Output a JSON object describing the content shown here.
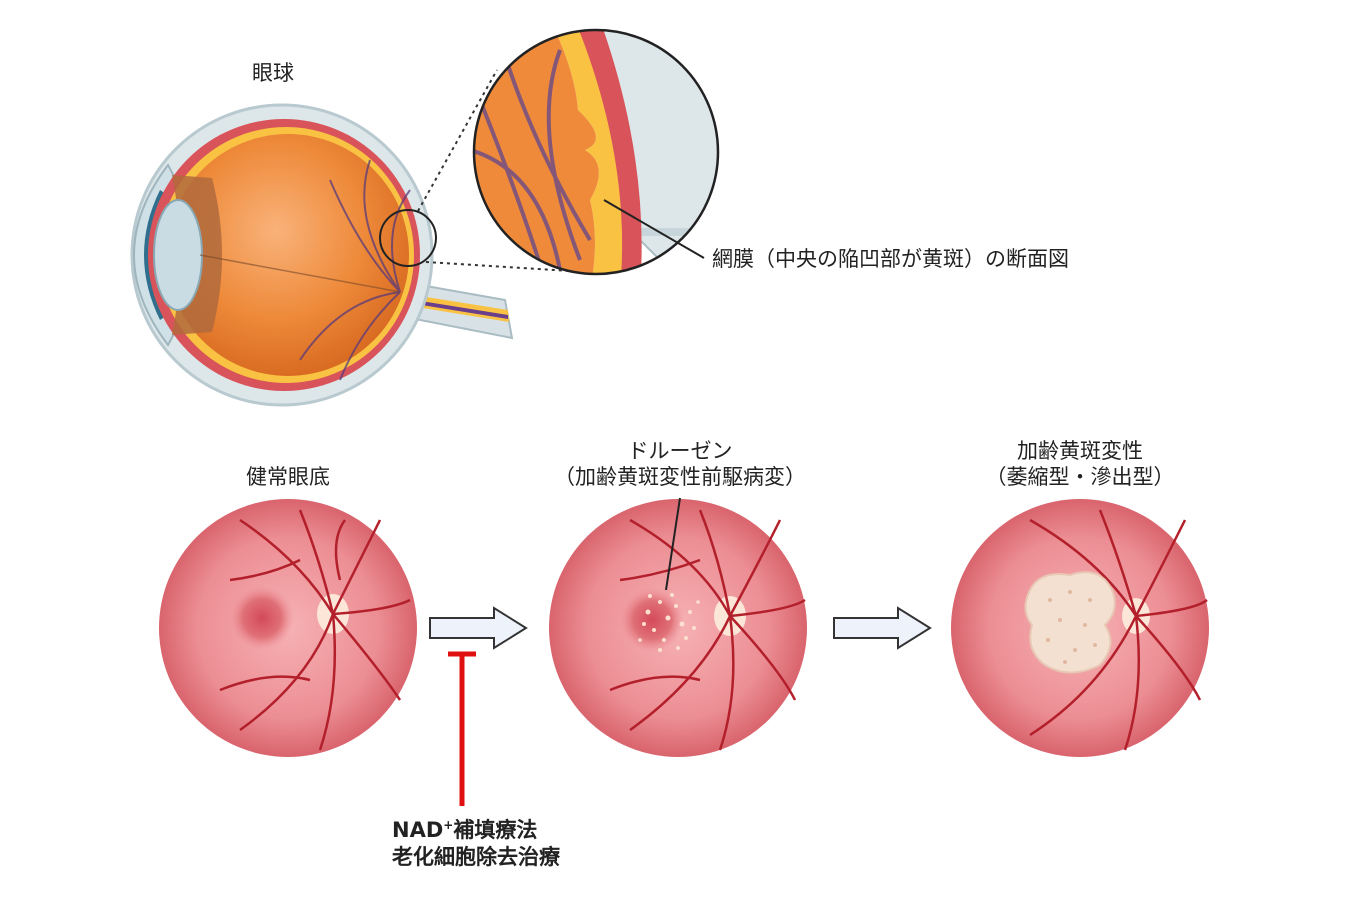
{
  "labels": {
    "eyeball": "眼球",
    "retina_section": "網膜（中央の陥凹部が黄斑）の断面図",
    "healthy_fundus": "健常眼底",
    "drusen_line1": "ドルーゼン",
    "drusen_line2": "（加齢黄斑変性前駆病変）",
    "amd_line1": "加齢黄斑変性",
    "amd_line2": "（萎縮型・滲出型）"
  },
  "treatment": {
    "line1_prefix": "NAD",
    "line1_sup": "+",
    "line1_suffix": "補填療法",
    "line2": "老化細胞除去治療"
  },
  "colors": {
    "fundus": "#e8858c",
    "vessel": "#b3202b",
    "inhibit": "#e01010",
    "arrow_fill": "#eef2fa",
    "eye_orange": "#ee8a3a",
    "retina_yellow": "#f9c243"
  }
}
